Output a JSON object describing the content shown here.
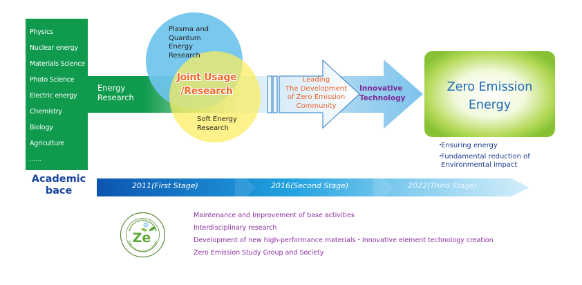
{
  "academic_column": {
    "disciplines": [
      "Physics",
      "Nuclear energy",
      "Materials Science",
      "Photo Science",
      "Electric energy",
      "Chemistry",
      "Biology",
      "Agriculture",
      "......"
    ],
    "base_label_line1": "Academic",
    "base_label_line2": "bace"
  },
  "energy_research": {
    "line1": "Energy",
    "line2": "Research"
  },
  "venn": {
    "plasma": {
      "line1": "Plasma and",
      "line2": "Quantum",
      "line3": "Energy",
      "line4": "Research"
    },
    "soft": {
      "line1": "Soft Energy",
      "line2": "Research"
    },
    "joint": {
      "line1": "Joint Usage",
      "line2": "/Research"
    }
  },
  "leading_arrow": {
    "line1": "Leading",
    "line2": "The Development",
    "line3": "of Zero Emission",
    "line4": "Community"
  },
  "innovative": {
    "line1": "Innovative",
    "line2": "Technology"
  },
  "goal": {
    "line1": "Zero Emission",
    "line2": "Energy",
    "benefits": [
      {
        "bullet": "・",
        "line1": "Ensuring energy"
      },
      {
        "bullet": "・",
        "line1": "Fundamental reduction of",
        "line2": "Environmental impact"
      }
    ]
  },
  "timeline": {
    "stages": [
      "2011(First Stage)",
      "2016(Second Stage)",
      "2022(Third Stage)"
    ]
  },
  "activities": [
    "Maintenance and Improvement of base activities",
    "Interdisciplinary research",
    "Development of new high-performance materials・Innovative element technology creation",
    "Zero Emission Study Group and Society"
  ],
  "logo": {
    "initials": "Ze",
    "ring_text": "Zero Emission Energy Research"
  },
  "colors": {
    "academic_green": "#0f9a4d",
    "blue_circle": "#6ec3ec",
    "yellow_circle": "#fbed5c",
    "joint_orange": "#f06a2a",
    "innovative_purple": "#7a2c98",
    "goal_green": "#8cc63f",
    "goal_text_blue": "#1a67b4",
    "timeline_dark_blue": "#0d5bb5",
    "activities_purple": "#8a2f9e"
  }
}
